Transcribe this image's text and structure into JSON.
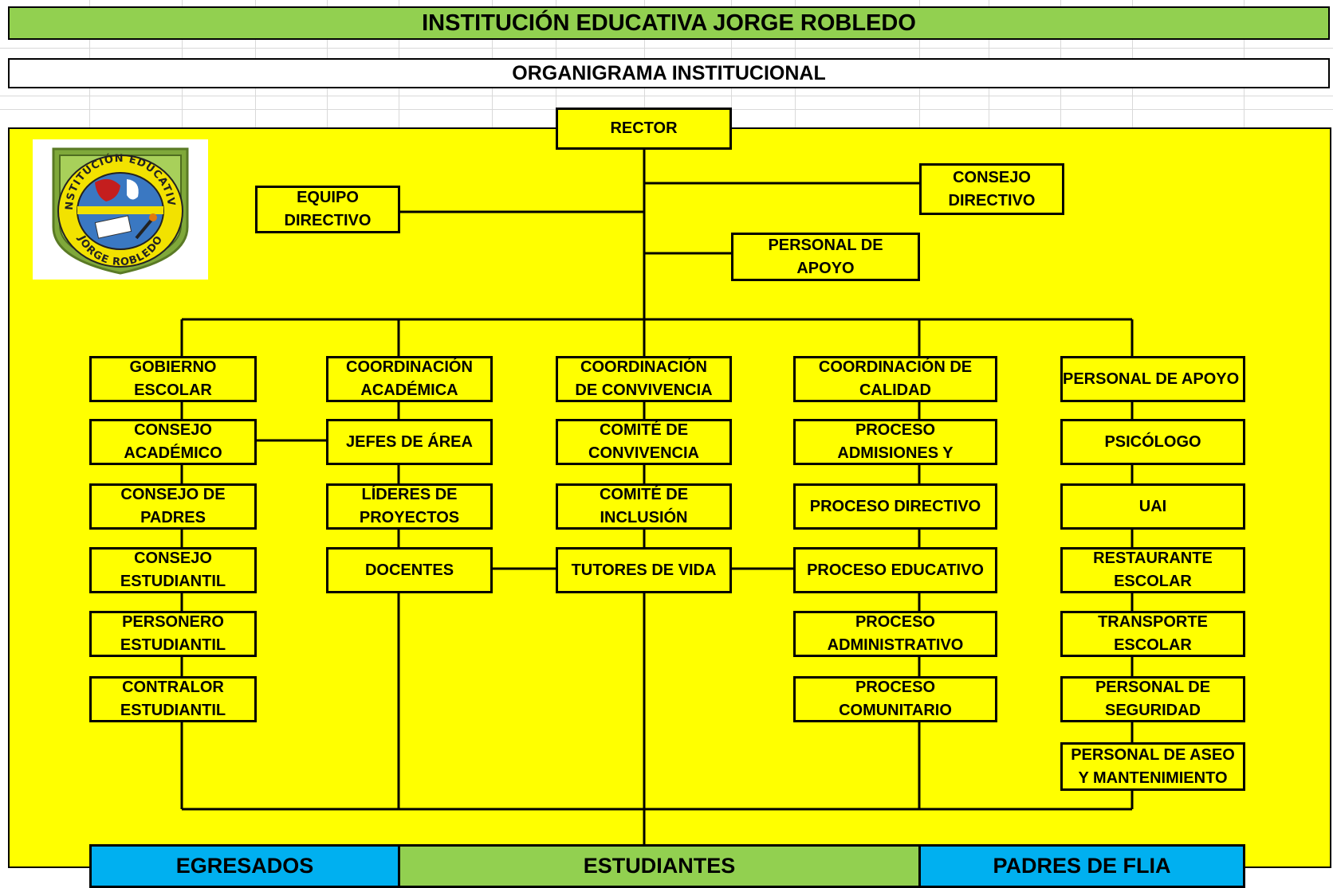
{
  "header": {
    "title": "INSTITUCIÓN EDUCATIVA JORGE ROBLEDO",
    "subtitle": "ORGANIGRAMA INSTITUCIONAL"
  },
  "logo": {
    "arc_top_text": "INSTITUCIÓN EDUCATIVA",
    "arc_bottom_text": "JORGE ROBLEDO"
  },
  "nodes": {
    "rector": "RECTOR",
    "equipo_directivo": "EQUIPO\nDIRECTIVO",
    "consejo_directivo": "CONSEJO\nDIRECTIVO",
    "personal_apoyo_top": "PERSONAL DE\nAPOYO",
    "gobierno_escolar": "GOBIERNO\nESCOLAR",
    "consejo_academico": "CONSEJO\nACADÉMICO",
    "consejo_padres": "CONSEJO DE\nPADRES",
    "consejo_estudiantil": "CONSEJO\nESTUDIANTIL",
    "personero": "PERSONERO\nESTUDIANTIL",
    "contralor": "CONTRALOR\nESTUDIANTIL",
    "coord_academica": "COORDINACIÓN\nACADÉMICA",
    "jefes_area": "JEFES DE ÁREA",
    "lideres_proyectos": "LÍDERES DE\nPROYECTOS",
    "docentes": "DOCENTES",
    "coord_convivencia": "COORDINACIÓN\nDE CONVIVENCIA",
    "comite_convivencia": "COMITÉ DE\nCONVIVENCIA",
    "comite_inclusion": "COMITÉ DE\nINCLUSIÓN",
    "tutores_vida": "TUTORES DE VIDA",
    "coord_calidad": "COORDINACIÓN DE\nCALIDAD",
    "proceso_admisiones": "PROCESO\nADMISIONES Y",
    "proceso_directivo": "PROCESO DIRECTIVO",
    "proceso_educativo": "PROCESO EDUCATIVO",
    "proceso_administrativo": "PROCESO\nADMINISTRATIVO",
    "proceso_comunitario": "PROCESO\nCOMUNITARIO",
    "personal_apoyo_col": "PERSONAL DE APOYO",
    "psicologo": "PSICÓLOGO",
    "uai": "UAI",
    "restaurante": "RESTAURANTE\nESCOLAR",
    "transporte": "TRANSPORTE\nESCOLAR",
    "seguridad": "PERSONAL DE\nSEGURIDAD",
    "aseo": "PERSONAL DE ASEO\nY MANTENIMIENTO"
  },
  "bottom": {
    "egresados": "EGRESADOS",
    "estudiantes": "ESTUDIANTES",
    "padres": "PADRES DE FLIA"
  },
  "colors": {
    "title_green": "#92d050",
    "chart_yellow": "#ffff00",
    "bottom_blue": "#00b0f0",
    "bottom_green": "#92d050"
  }
}
